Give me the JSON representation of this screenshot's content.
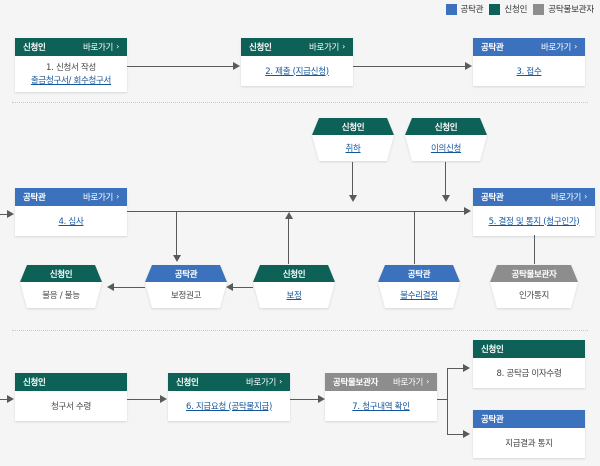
{
  "legend": {
    "items": [
      {
        "label": "공탁관",
        "color": "#3c72bd",
        "key": "gongtakgwan"
      },
      {
        "label": "신청인",
        "color": "#0d6157",
        "key": "sincheongin"
      },
      {
        "label": "공탁물보관자",
        "color": "#8d8d8d",
        "key": "gongtakmul"
      }
    ]
  },
  "labels": {
    "goto": "바로가기",
    "chevron": "›"
  },
  "nodes": {
    "step1": {
      "role": "신청인",
      "goto": "바로가기",
      "line1": "1. 신청서 작성",
      "link": "출금청구서/ 회수청구서"
    },
    "step2": {
      "role": "신청인",
      "goto": "바로가기",
      "link": "2. 제출 (지급신청)"
    },
    "step3": {
      "role": "공탁관",
      "goto": "바로가기",
      "link": "3. 접수"
    },
    "withdraw": {
      "role": "신청인",
      "link": "취하"
    },
    "objection": {
      "role": "신청인",
      "link": "이의신청"
    },
    "step4": {
      "role": "공탁관",
      "goto": "바로가기",
      "link": "4. 심사"
    },
    "step5": {
      "role": "공탁관",
      "goto": "바로가기",
      "link": "5. 결정 및 통지 (청구인가)"
    },
    "noncompliance": {
      "role": "신청인",
      "line1": "불응 / 불능"
    },
    "correction_rec": {
      "role": "공탁관",
      "line1": "보정권고"
    },
    "correction": {
      "role": "신청인",
      "link": "보정"
    },
    "rejection": {
      "role": "공탁관",
      "link": "불수리결정"
    },
    "approval_notice": {
      "role": "공탁물보관자",
      "line1": "인가통지"
    },
    "receipt": {
      "role": "신청인",
      "line1": "청구서 수령"
    },
    "step6": {
      "role": "신청인",
      "goto": "바로가기",
      "link": "6. 지급요청 (공탁물지급)"
    },
    "step7": {
      "role": "공탁물보관자",
      "goto": "바로가기",
      "link": "7. 청구내역 확인"
    },
    "step8": {
      "role": "신청인",
      "line1": "8. 공탁금 이자수령"
    },
    "result_notice": {
      "role": "공탁관",
      "line1": "지급결과 통지"
    }
  }
}
